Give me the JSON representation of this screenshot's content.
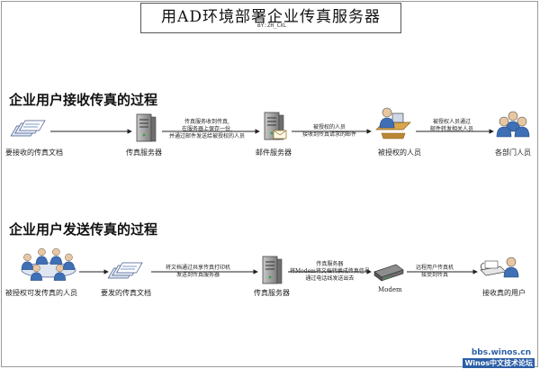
{
  "header": {
    "title": "用AD环境部署企业传真服务器",
    "byline": "BY:ZH_CXL"
  },
  "receive": {
    "title": "企业用户接收传真的过程",
    "nodes": {
      "doc": "要接收的传真文档",
      "fax_server": "传真服务器",
      "mail_server": "邮件服务器",
      "authorized": "被授权的人员",
      "departments": "各部门人员"
    },
    "annotations": {
      "a1": [
        "传真服务收到传真,",
        "在服务器上保存一份,",
        "并通过邮件发送给被授权的人员"
      ],
      "a2": [
        "被授权的人员",
        "接收到传真请求的邮件"
      ],
      "a3": [
        "被授权人员通过",
        "邮件转发相关人员"
      ]
    }
  },
  "send": {
    "title": "企业用户发送传真的过程",
    "nodes": {
      "group": "被授权可发传真的人员",
      "doc": "要发的传真文档",
      "fax_server": "传真服务器",
      "modem": "Modem",
      "receiver": "接收真的用户"
    },
    "annotations": {
      "b1": [
        "将文档通过共享传真打印机",
        "发送到传真服务器"
      ],
      "b2": [
        "传真服务器",
        "将Modem将文档转换成传真信号",
        "通过电话线发送出去"
      ],
      "b3": [
        "远程用户传真机",
        "接受到传真"
      ]
    }
  },
  "watermark": {
    "line1": "bbs.winos.cn",
    "line2": "Winos中文技术论坛"
  },
  "colors": {
    "arrow": "#222222",
    "server": "#8a8a8a",
    "person": "#3f6fb5",
    "doc": "#5a7fb8",
    "accent": "#2b5fa6"
  }
}
